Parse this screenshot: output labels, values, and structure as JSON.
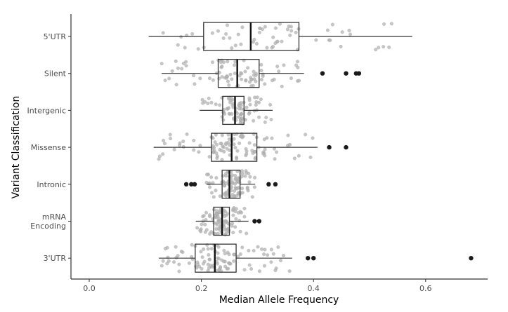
{
  "chart_data": {
    "type": "boxplot",
    "title": "",
    "xlabel": "Median Allele Frequency",
    "ylabel": "Variant Classification",
    "xlim": [
      -0.03,
      0.71
    ],
    "xticks": [
      0.0,
      0.2,
      0.4,
      0.6
    ],
    "xtick_labels": [
      "0.0",
      "0.2",
      "0.4",
      "0.6"
    ],
    "grid": false,
    "categories": [
      {
        "label": "5'UTR",
        "label_lines": [
          "5'UTR"
        ],
        "whisker_low": 0.106,
        "q1": 0.204,
        "median": 0.288,
        "q3": 0.374,
        "whisker_high": 0.576,
        "outliers": [],
        "n_points": 60
      },
      {
        "label": "Silent",
        "label_lines": [
          "Silent"
        ],
        "whisker_low": 0.129,
        "q1": 0.23,
        "median": 0.264,
        "q3": 0.303,
        "whisker_high": 0.383,
        "outliers": [
          0.416,
          0.458,
          0.476,
          0.481
        ],
        "n_points": 80
      },
      {
        "label": "Intergenic",
        "label_lines": [
          "Intergenic"
        ],
        "whisker_low": 0.197,
        "q1": 0.238,
        "median": 0.26,
        "q3": 0.276,
        "whisker_high": 0.327,
        "outliers": [],
        "n_points": 80
      },
      {
        "label": "Missense",
        "label_lines": [
          "Missense"
        ],
        "whisker_low": 0.115,
        "q1": 0.218,
        "median": 0.254,
        "q3": 0.299,
        "whisker_high": 0.407,
        "outliers": [
          0.428,
          0.458
        ],
        "n_points": 100
      },
      {
        "label": "Intronic",
        "label_lines": [
          "Intronic"
        ],
        "whisker_low": 0.209,
        "q1": 0.237,
        "median": 0.25,
        "q3": 0.269,
        "whisker_high": 0.296,
        "outliers": [
          0.173,
          0.182,
          0.188,
          0.32,
          0.332
        ],
        "n_points": 90
      },
      {
        "label": "mRNA Encoding",
        "label_lines": [
          "mRNA",
          "Encoding"
        ],
        "whisker_low": 0.19,
        "q1": 0.222,
        "median": 0.237,
        "q3": 0.25,
        "whisker_high": 0.284,
        "outliers": [
          0.295,
          0.303
        ],
        "n_points": 90
      },
      {
        "label": "3'UTR",
        "label_lines": [
          "3'UTR"
        ],
        "whisker_low": 0.124,
        "q1": 0.189,
        "median": 0.224,
        "q3": 0.262,
        "whisker_high": 0.362,
        "outliers": [
          0.39,
          0.4,
          0.681
        ],
        "n_points": 100
      }
    ],
    "colors": {
      "box": "#333333",
      "jitter": "#b3b3b3",
      "outlier": "#1a1a1a",
      "axis": "#333333"
    }
  }
}
